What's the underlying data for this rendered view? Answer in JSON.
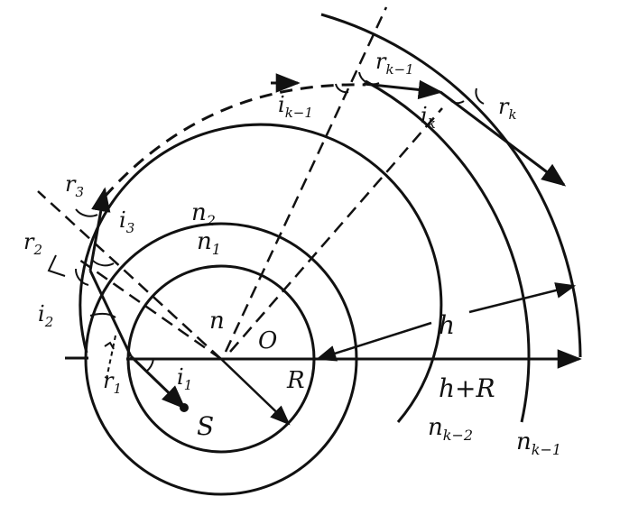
{
  "diagram": {
    "labels": {
      "n": "n",
      "O": "O",
      "R": "R",
      "S": "S",
      "h": "h",
      "h_plus_R": "h+R",
      "n1": {
        "base": "n",
        "sub": "1"
      },
      "n2": {
        "base": "n",
        "sub": "2"
      },
      "nk2": {
        "base": "n",
        "sub": "k−2"
      },
      "nk1": {
        "base": "n",
        "sub": "k−1"
      },
      "i1": {
        "base": "i",
        "sub": "1"
      },
      "i2": {
        "base": "i",
        "sub": "2"
      },
      "i3": {
        "base": "i",
        "sub": "3"
      },
      "ik1": {
        "base": "i",
        "sub": "k−1"
      },
      "ik": {
        "base": "i",
        "sub": "k"
      },
      "r1": {
        "base": "r",
        "sub": "1"
      },
      "r2": {
        "base": "r",
        "sub": "2"
      },
      "r3": {
        "base": "r",
        "sub": "3"
      },
      "rk1": {
        "base": "r",
        "sub": "k−1"
      },
      "rk": {
        "base": "r",
        "sub": "k"
      }
    },
    "colors": {
      "ink": "#111111",
      "background": "#ffffff"
    }
  }
}
